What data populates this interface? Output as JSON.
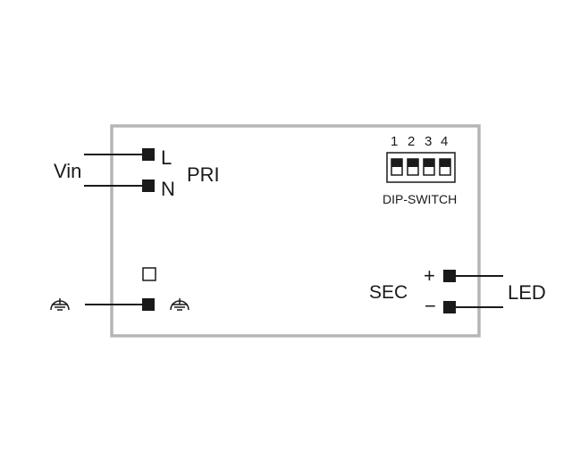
{
  "diagram": {
    "input_label": "Vin",
    "primary_label": "PRI",
    "terminal_l": "L",
    "terminal_n": "N",
    "dip_switch": {
      "label": "DIP-SWITCH",
      "numbers": [
        "1",
        "2",
        "3",
        "4"
      ]
    },
    "secondary_label": "SEC",
    "output_label": "LED",
    "plus_sign": "+",
    "minus_sign": "−",
    "colors": {
      "housing_border": "#b5b5b5",
      "ink": "#1a1a1a"
    },
    "icons": [
      "earth-ground-icon",
      "class-ii-insulation-icon"
    ]
  }
}
